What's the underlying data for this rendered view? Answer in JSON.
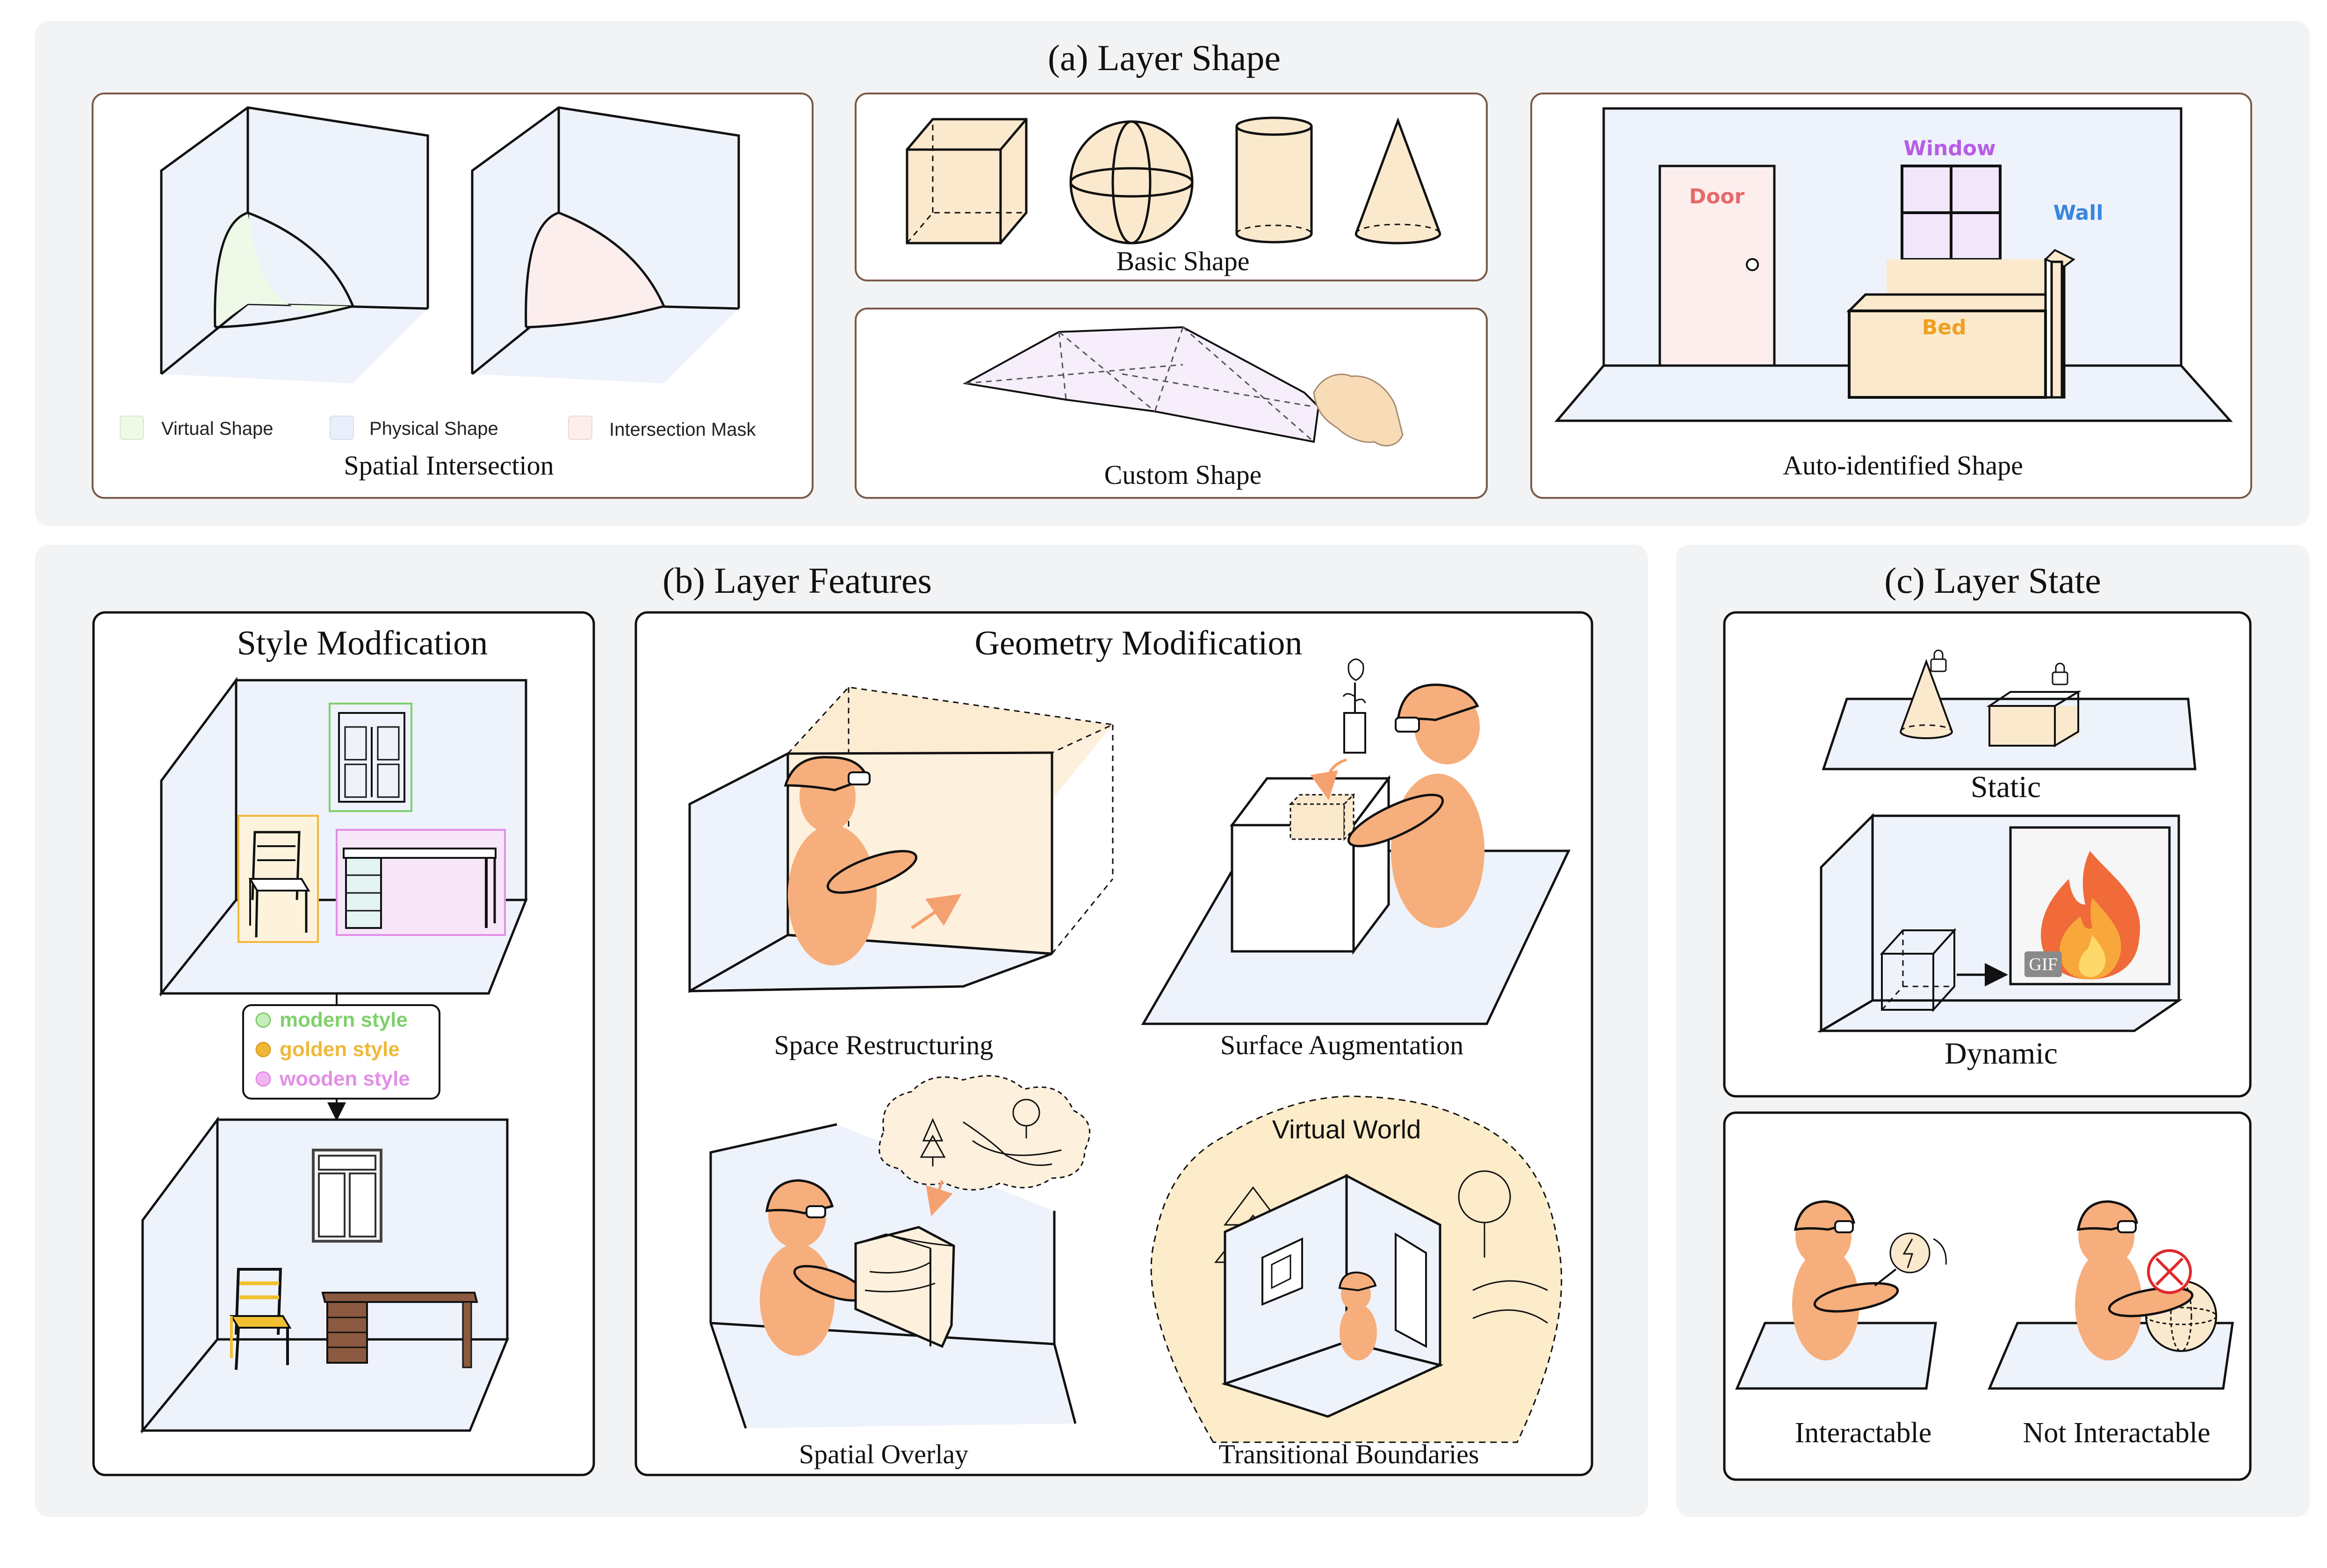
{
  "sections": {
    "a": {
      "title": "(a) Layer Shape"
    },
    "b": {
      "title": "(b) Layer  Features"
    },
    "c": {
      "title": "(c) Layer  State"
    }
  },
  "spatial": {
    "caption": "Spatial Intersection",
    "legend": [
      {
        "label": "Virtual Shape",
        "color": "#eef9e8"
      },
      {
        "label": "Physical Shape",
        "color": "#eaf0fb"
      },
      {
        "label": "Intersection Mask",
        "color": "#fdeeee"
      }
    ]
  },
  "basic": {
    "caption": "Basic Shape"
  },
  "custom": {
    "caption": "Custom Shape"
  },
  "auto": {
    "caption": "Auto-identified Shape",
    "labels": {
      "door": {
        "text": "Door",
        "color": "#e86a6a"
      },
      "window": {
        "text": "Window",
        "color": "#b85ce6"
      },
      "wall": {
        "text": "Wall",
        "color": "#3a86e0"
      },
      "bed": {
        "text": "Bed",
        "color": "#f0a020"
      }
    }
  },
  "style_mod": {
    "title": "Style Modfication",
    "styles": [
      {
        "label": "modern style",
        "color": "#7fd06a"
      },
      {
        "label": "golden style",
        "color": "#f0b838"
      },
      {
        "label": "wooden style",
        "color": "#e38ee6"
      }
    ]
  },
  "geometry": {
    "title": "Geometry Modification",
    "captions": {
      "restructuring": "Space Restructuring",
      "surface": "Surface Augmentation",
      "overlay": "Spatial Overlay",
      "transitional": "Transitional Boundaries"
    },
    "virtual_world": "Virtual World"
  },
  "state": {
    "static": "Static",
    "dynamic": "Dynamic",
    "gif": "GIF",
    "interactable": "Interactable",
    "not_interactable": "Not Interactable"
  },
  "colors": {
    "section_bg": "#f2f3f5",
    "panel_border": "#7a5a48",
    "wall_fill": "#eef2fb",
    "box_fill": "#fbe9cd",
    "person": "#f6ae7c"
  }
}
